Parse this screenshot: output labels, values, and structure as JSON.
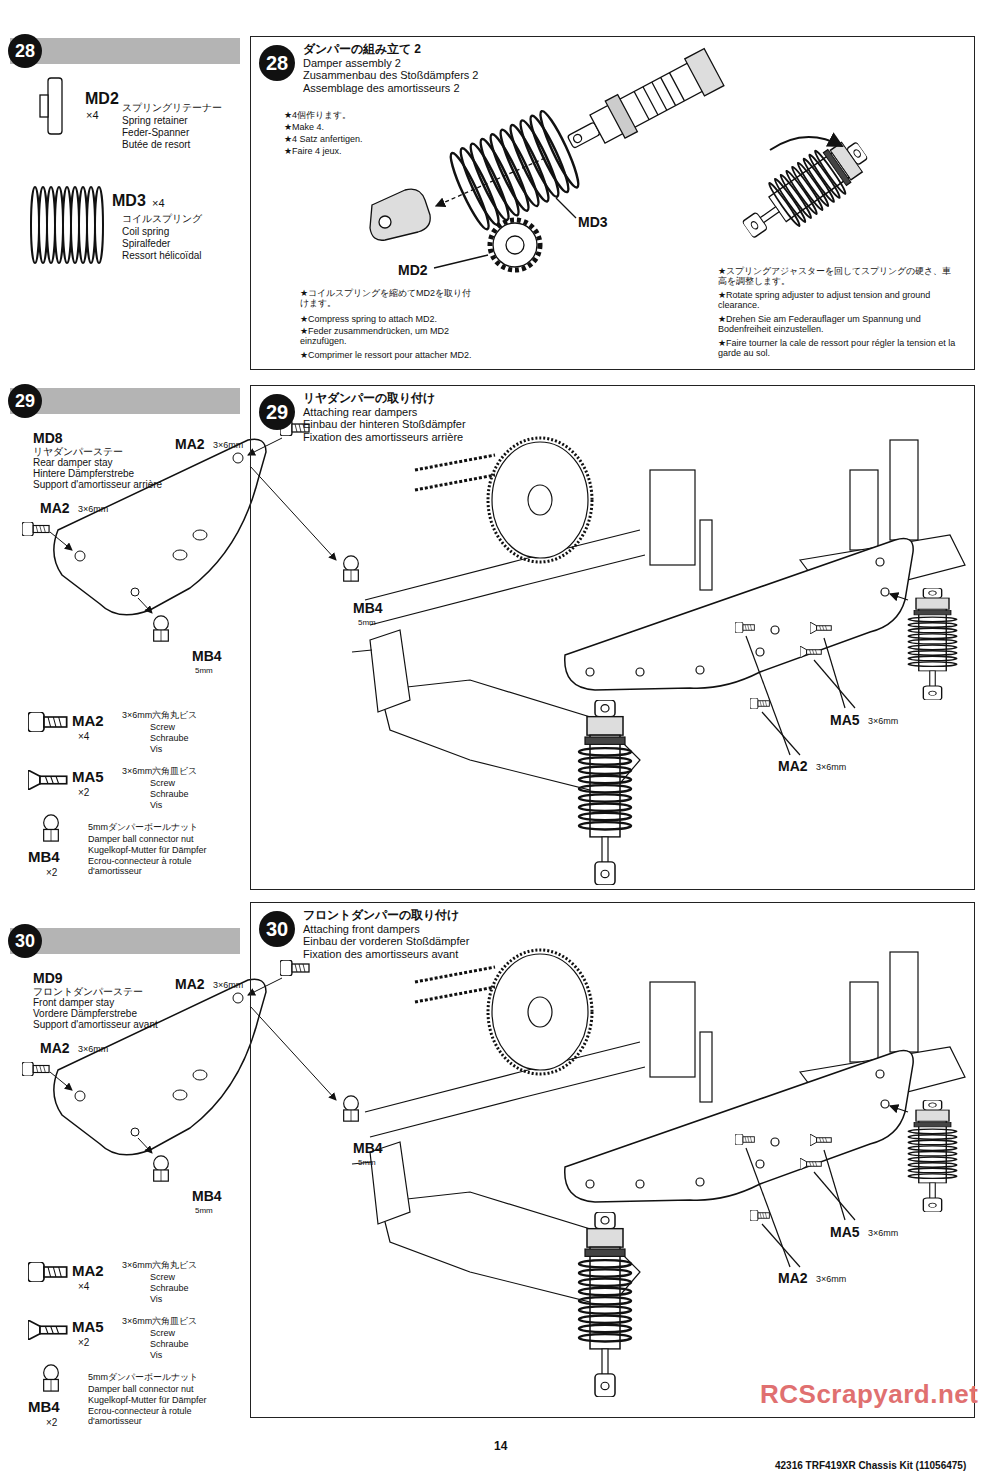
{
  "diagram": {
    "nodes": [
      {
        "text": [
          "28"
        ]
      },
      {
        "text": [
          "28",
          "ダンパーの組み立て 2",
          "Damper assembly 2",
          "Zusammenbau des Stoßdämpfers 2",
          "Assemblage des amortisseurs 2"
        ]
      },
      {
        "text": [
          "29"
        ]
      },
      {
        "text": [
          "29",
          "リヤダンパーの取り付け",
          "Attaching rear dampers",
          "Einbau der hinteren Stoßdämpfer",
          "Fixation des amortisseurs arrière"
        ]
      },
      {
        "text": [
          "30"
        ]
      },
      {
        "text": [
          "30",
          "フロントダンパーの取り付け",
          "Attaching front dampers",
          "Einbau der vorderen Stoßdämpfer",
          "Fixation des amortisseurs avant"
        ]
      }
    ],
    "labels": [
      "MD2",
      "×4",
      "スプリングリテーナー",
      "Spring retainer",
      "Feder-Spanner",
      "Butée de resort",
      "MD3",
      "×4",
      "コイルスプリング",
      "Coil spring",
      "Spiralfeder",
      "Ressort hélicoïdal",
      "★4個作ります。",
      "★Make 4.",
      "★4 Satz anfertigen.",
      "★Faire 4 jeux.",
      "MD3",
      "MD2",
      "★コイルスプリングを縮めてMD2を取り付けます。",
      "★Compress spring to attach MD2.",
      "★Feder zusammendrücken, um MD2 einzufügen.",
      "★Comprimer le ressort pour attacher MD2.",
      "★スプリングアジャスターを回してスプリングの硬さ、車高を調整します。",
      "★Rotate spring adjuster to adjust tension and ground clearance.",
      "★Drehen Sie am Federauflager um Spannung und Bodenfreiheit einzustellen.",
      "★Faire tourner la cale de ressort pour régler la tension et la garde au sol.",
      "MD8",
      "リヤダンパーステー",
      "Rear damper stay",
      "Hintere Dämpferstrebe",
      "Support d'amortisseur arrière",
      "MA2",
      "3×6mm",
      "MA2",
      "3×6mm",
      "MB4",
      "5mm",
      "MB4",
      "5mm",
      "MA2",
      "×4",
      "3×6mm六角丸ビス",
      "Screw",
      "Schraube",
      "Vis",
      "MA5",
      "×2",
      "3×6mm六角皿ビス",
      "Screw",
      "Schraube",
      "Vis",
      "5mmダンパーボールナット",
      "Damper ball connector nut",
      "Kugelkopf-Mutter für Dämpfer",
      "Ecrou-connecteur à rotule d'amortisseur",
      "MB4",
      "×2",
      "MA5",
      "3×6mm",
      "MA2",
      "3×6mm",
      "MA2",
      "3×6mm",
      "MD9",
      "フロントダンパーステー",
      "Front damper stay",
      "Vordere Dämpferstrebe",
      "Support d'amortisseur avant",
      "MB4",
      "5mm",
      "MA2",
      "3×6mm",
      "MB4",
      "5mm",
      "MA2",
      "×4",
      "3×6mm六角丸ビス",
      "Screw",
      "Schraube",
      "Vis",
      "MA5",
      "×2",
      "3×6mm六角皿ビス",
      "Screw",
      "Schraube",
      "Vis",
      "5mmダンパーボールナット",
      "Damper ball connector nut",
      "Kugelkopf-Mutter für Dämpfer",
      "Ecrou-connecteur à rotule d'amortisseur",
      "MB4",
      "×2",
      "MA5",
      "3×6mm",
      "MA2",
      "3×6mm",
      "14",
      "42316 TRF419XR Chassis Kit (11056475)",
      "RCScrapyard.net"
    ]
  }
}
